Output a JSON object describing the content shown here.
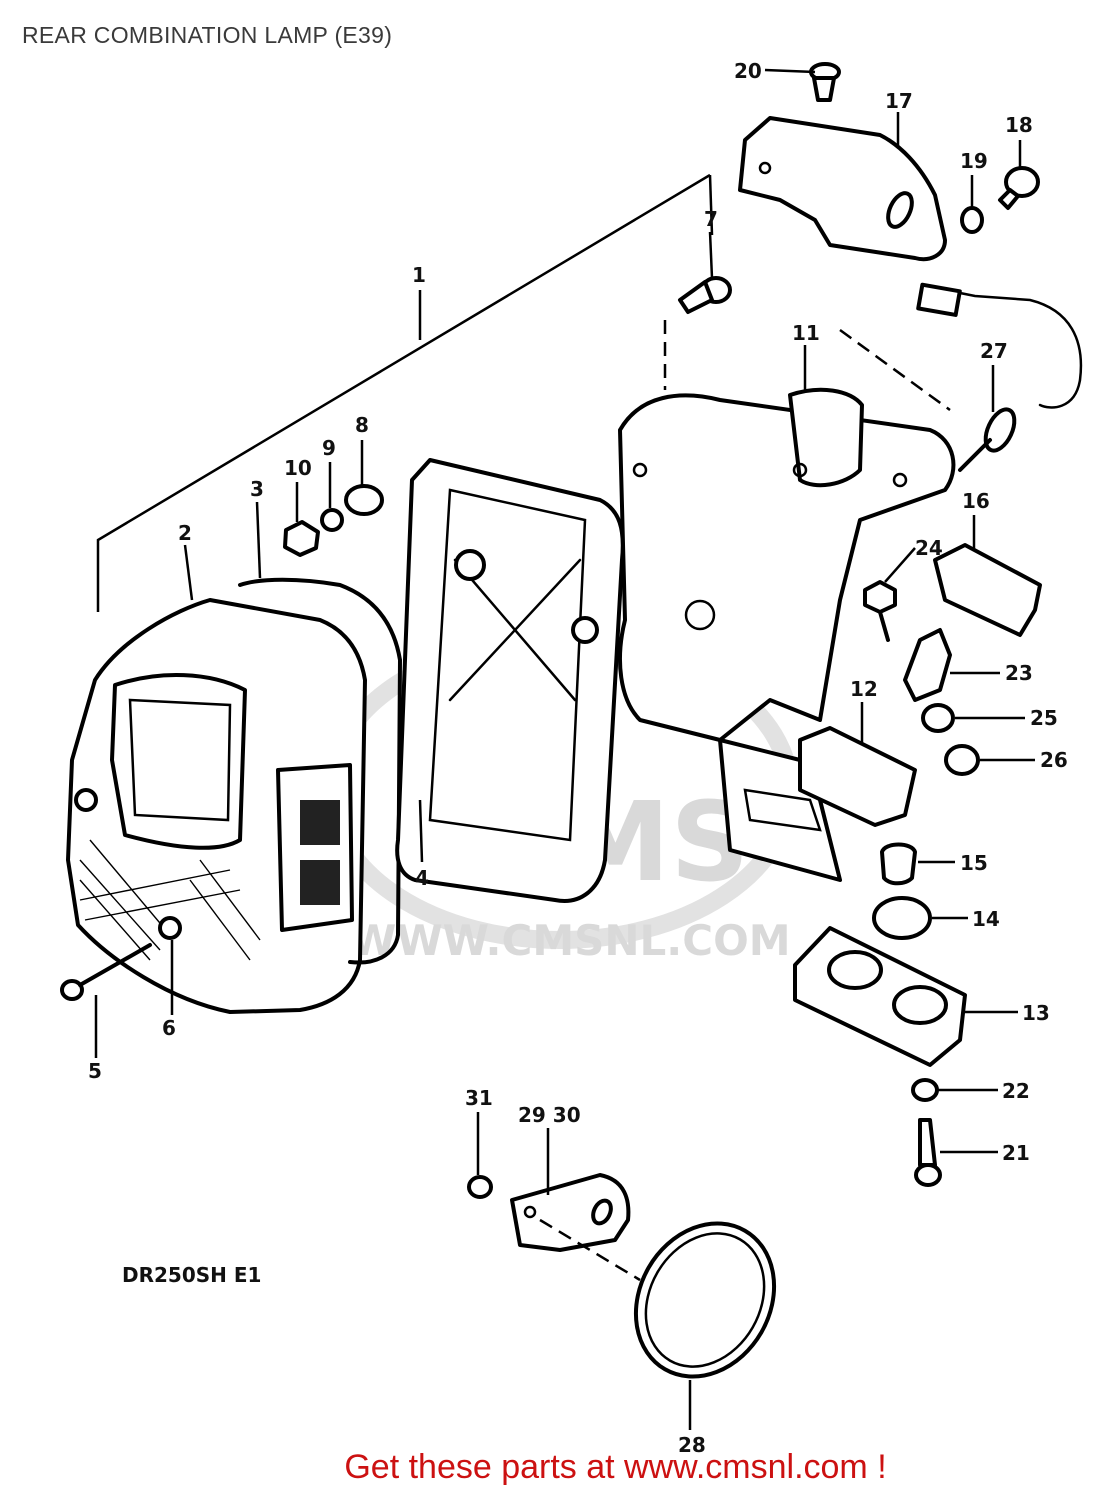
{
  "title": "REAR COMBINATION LAMP (E39)",
  "model_code": "DR250SH E1",
  "watermark": {
    "logo_text": "CMS",
    "url_text": "WWW.CMSNL.COM"
  },
  "call_to_action": "Get these parts at www.cmsnl.com !",
  "colors": {
    "title": "#3a3a3a",
    "cta": "#cc1111",
    "watermark": "#d9d9d9"
  },
  "parts": [
    {
      "key": "p1",
      "label": "1"
    },
    {
      "key": "p2",
      "label": "2"
    },
    {
      "key": "p3",
      "label": "3"
    },
    {
      "key": "p4",
      "label": "4"
    },
    {
      "key": "p5",
      "label": "5"
    },
    {
      "key": "p6",
      "label": "6"
    },
    {
      "key": "p7",
      "label": "7"
    },
    {
      "key": "p8",
      "label": "8"
    },
    {
      "key": "p9",
      "label": "9"
    },
    {
      "key": "p10",
      "label": "10"
    },
    {
      "key": "p11",
      "label": "11"
    },
    {
      "key": "p12",
      "label": "12"
    },
    {
      "key": "p13",
      "label": "13"
    },
    {
      "key": "p14",
      "label": "14"
    },
    {
      "key": "p15",
      "label": "15"
    },
    {
      "key": "p16",
      "label": "16"
    },
    {
      "key": "p17",
      "label": "17"
    },
    {
      "key": "p18",
      "label": "18"
    },
    {
      "key": "p19",
      "label": "19"
    },
    {
      "key": "p20",
      "label": "20"
    },
    {
      "key": "p21",
      "label": "21"
    },
    {
      "key": "p22",
      "label": "22"
    },
    {
      "key": "p23",
      "label": "23"
    },
    {
      "key": "p24",
      "label": "24"
    },
    {
      "key": "p25",
      "label": "25"
    },
    {
      "key": "p26",
      "label": "26"
    },
    {
      "key": "p27",
      "label": "27"
    },
    {
      "key": "p28",
      "label": "28"
    },
    {
      "key": "p29_30",
      "label": "29 30"
    },
    {
      "key": "p31",
      "label": "31"
    }
  ]
}
